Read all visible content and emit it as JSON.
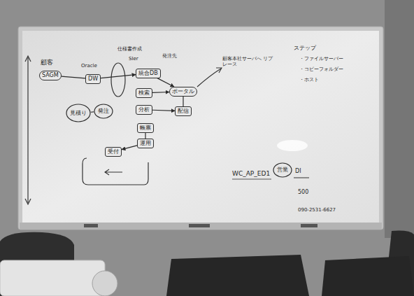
{
  "diagram": {
    "nodes": [
      {
        "text": [
          "SAGM"
        ]
      },
      {
        "text": [
          "DW"
        ]
      },
      {
        "text": [
          "統合DB"
        ]
      },
      {
        "text": [
          "検索"
        ]
      },
      {
        "text": [
          "分析"
        ]
      },
      {
        "text": [
          "帳票"
        ]
      },
      {
        "text": [
          "運用"
        ]
      },
      {
        "text": [
          "ポータル"
        ]
      },
      {
        "text": [
          "配信"
        ]
      },
      {
        "text": [
          "見積り"
        ]
      },
      {
        "text": [
          "発注"
        ]
      },
      {
        "text": [
          "営業"
        ]
      },
      {
        "text": [
          "受付"
        ]
      }
    ],
    "edges": [
      {
        "from": 0,
        "to": 1,
        "arrow": "none"
      },
      {
        "from": 1,
        "to": 2,
        "arrow": "to"
      },
      {
        "from": 2,
        "to": 7,
        "arrow": "to"
      },
      {
        "from": 3,
        "to": 7,
        "arrow": "to"
      },
      {
        "from": 4,
        "to": 8,
        "arrow": "to"
      },
      {
        "from": 7,
        "to": 8,
        "arrow": "none"
      },
      {
        "from": 9,
        "to": 10,
        "arrow": "none"
      },
      {
        "from": 5,
        "to": 6,
        "arrow": "none"
      },
      {
        "from": 6,
        "to": 12,
        "arrow": "to"
      }
    ],
    "labels": [
      "顧客",
      "Oracle",
      "仕様書作成",
      "SIer",
      "発注先",
      "顧客本社サーバへ リプレース",
      "ステップ",
      "・ファイルサーバー",
      "・コピーフォルダー",
      "・ホスト",
      "WC_AP_ED1",
      "DI",
      "500",
      "090-2531-6627"
    ]
  }
}
